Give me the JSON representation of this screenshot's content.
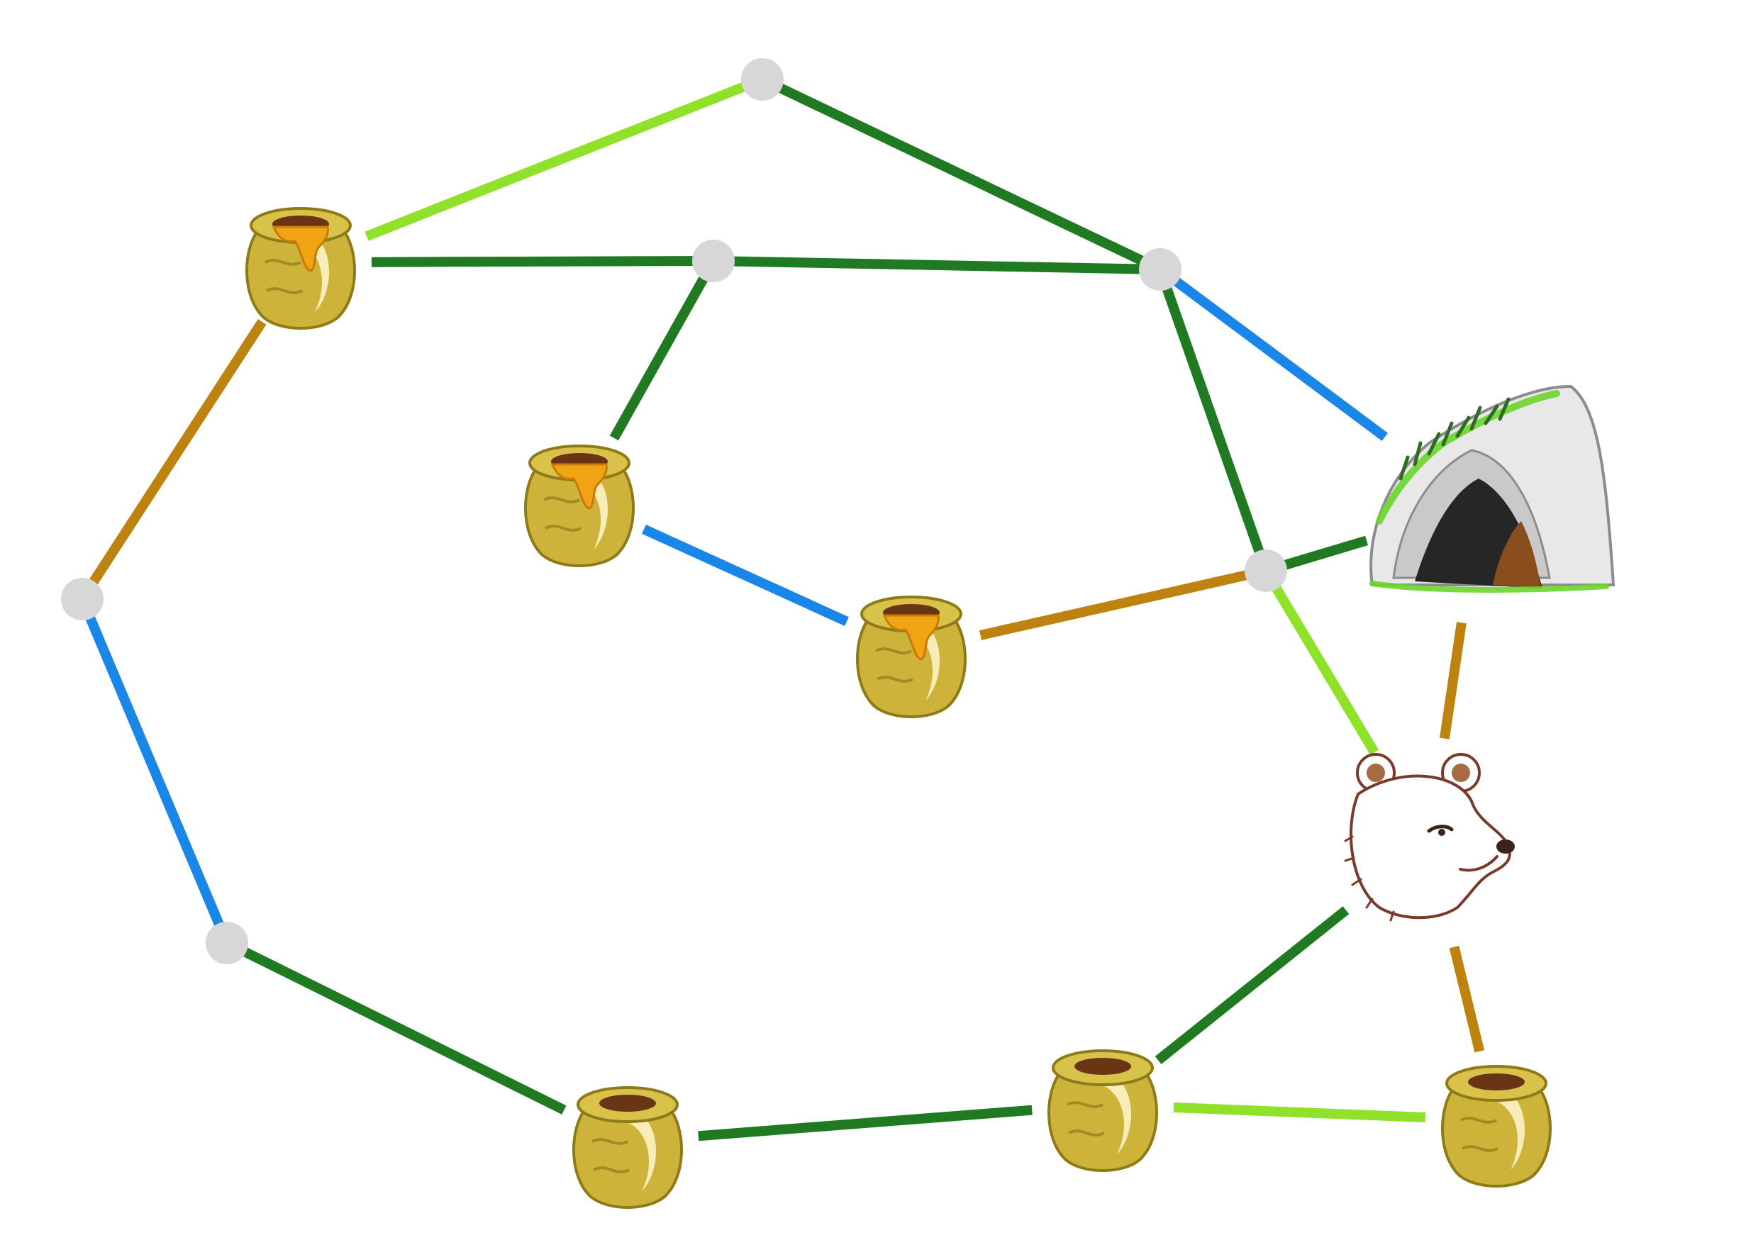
{
  "colors": {
    "background": "#ffffff",
    "dark_green": "#1f7a22",
    "light_green": "#8fe12a",
    "blue": "#1a86e8",
    "brown": "#bd830e",
    "junction": "#d7d7d7",
    "pot_gold": "#cdb33a",
    "pot_gold_dark": "#8f7a18",
    "pot_rim": "#d8c24a",
    "pot_opening": "#6a3514",
    "honey": "#f0a313",
    "cave_rock": "#c9c9c9",
    "cave_rock_dark": "#8c8c8c",
    "cave_mouth": "#262626",
    "cave_inner": "#8a4e1d",
    "moss": "#6ad52b",
    "grass": "#2f6b26",
    "bear_fur": "#ffffff",
    "bear_outline": "#7a3a2a",
    "bear_ear_inner": "#a86a45"
  },
  "nodes": [
    {
      "id": "j_top",
      "type": "junction"
    },
    {
      "id": "j_mid_top",
      "type": "junction"
    },
    {
      "id": "j_right_top",
      "type": "junction"
    },
    {
      "id": "j_left",
      "type": "junction"
    },
    {
      "id": "j_right_mid",
      "type": "junction"
    },
    {
      "id": "j_left_bottom",
      "type": "junction"
    },
    {
      "id": "pot_top_left",
      "type": "honey-pot",
      "filled": true
    },
    {
      "id": "pot_center",
      "type": "honey-pot",
      "filled": true
    },
    {
      "id": "pot_center_right",
      "type": "honey-pot",
      "filled": true
    },
    {
      "id": "pot_bottom_left",
      "type": "honey-pot",
      "filled": false
    },
    {
      "id": "pot_bottom_mid",
      "type": "honey-pot",
      "filled": false
    },
    {
      "id": "pot_bottom_right",
      "type": "honey-pot",
      "filled": false
    },
    {
      "id": "cave",
      "type": "cave"
    },
    {
      "id": "bear",
      "type": "bear"
    }
  ],
  "edges": [
    {
      "from": "j_top",
      "to": "pot_top_left",
      "color": "light_green"
    },
    {
      "from": "j_top",
      "to": "j_right_top",
      "color": "dark_green"
    },
    {
      "from": "pot_top_left",
      "to": "j_mid_top",
      "color": "dark_green"
    },
    {
      "from": "j_mid_top",
      "to": "j_right_top",
      "color": "dark_green"
    },
    {
      "from": "j_right_top",
      "to": "cave",
      "color": "blue"
    },
    {
      "from": "j_right_top",
      "to": "j_right_mid",
      "color": "dark_green"
    },
    {
      "from": "j_mid_top",
      "to": "pot_center",
      "color": "dark_green"
    },
    {
      "from": "pot_center",
      "to": "pot_center_right",
      "color": "blue"
    },
    {
      "from": "pot_center_right",
      "to": "j_right_mid",
      "color": "brown"
    },
    {
      "from": "j_right_mid",
      "to": "cave",
      "color": "dark_green"
    },
    {
      "from": "j_right_mid",
      "to": "bear",
      "color": "light_green"
    },
    {
      "from": "cave",
      "to": "bear",
      "color": "brown"
    },
    {
      "from": "pot_top_left",
      "to": "j_left",
      "color": "brown"
    },
    {
      "from": "j_left",
      "to": "j_left_bottom",
      "color": "blue"
    },
    {
      "from": "j_left_bottom",
      "to": "pot_bottom_left",
      "color": "dark_green"
    },
    {
      "from": "pot_bottom_left",
      "to": "pot_bottom_mid",
      "color": "dark_green"
    },
    {
      "from": "pot_bottom_mid",
      "to": "bear",
      "color": "dark_green"
    },
    {
      "from": "pot_bottom_mid",
      "to": "pot_bottom_right",
      "color": "light_green"
    },
    {
      "from": "bear",
      "to": "pot_bottom_right",
      "color": "brown"
    }
  ]
}
